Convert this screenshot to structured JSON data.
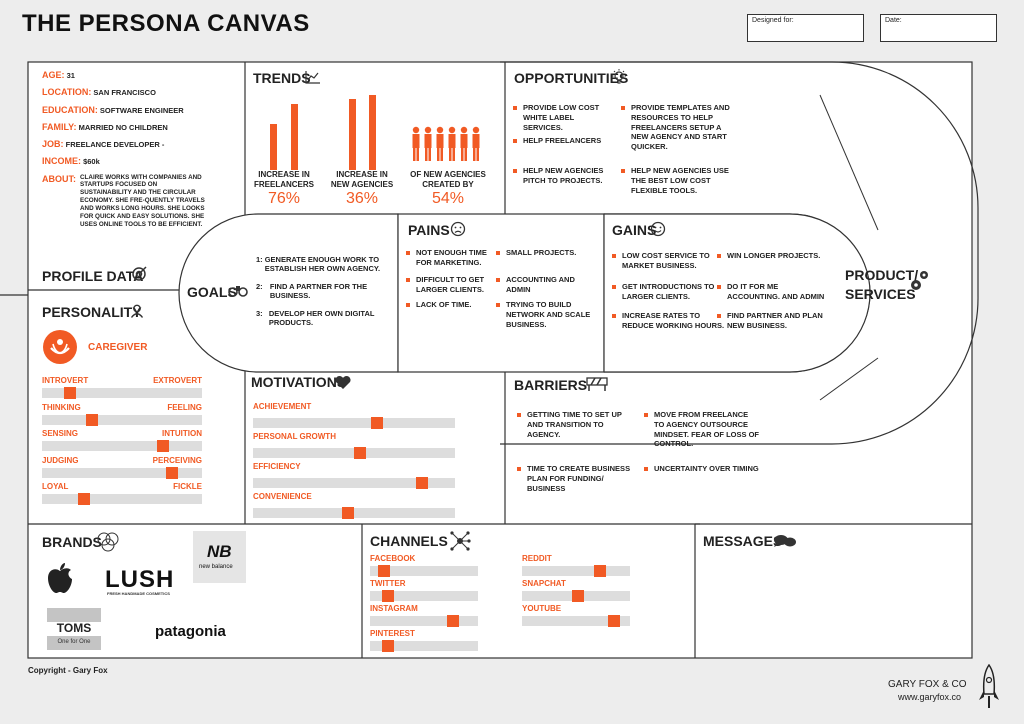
{
  "title": "THE PERSONA CANVAS",
  "designed_for": "Designed for:",
  "date": "Date:",
  "colors": {
    "accent": "#f15a24",
    "line": "#333333",
    "paper": "#ffffff",
    "bg": "#ededed"
  },
  "profile": {
    "rows": [
      {
        "label": "AGE:",
        "value": "31"
      },
      {
        "label": "LOCATION:",
        "value": "SAN FRANCISCO"
      },
      {
        "label": "EDUCATION:",
        "value": "SOFTWARE ENGINEER"
      },
      {
        "label": "FAMILY:",
        "value": "MARRIED NO CHILDREN"
      },
      {
        "label": "JOB:",
        "value": "FREELANCE DEVELOPER -"
      },
      {
        "label": "INCOME:",
        "value": "$60k"
      }
    ],
    "about_label": "ABOUT:",
    "about": "CLAIRE WORKS WITH COMPANIES AND STARTUPS FOCUSED ON SUSTAINABILITY AND THE CIRCULAR ECONOMY. SHE FRE-QUENTLY TRAVELS AND WORKS LONG HOURS. SHE LOOKS FOR QUICK AND EASY SOLUTIONS. SHE USES ONLINE TOOLS TO BE EFFICIENT.",
    "heading": "PROFILE DATA"
  },
  "personality": {
    "heading": "PERSONALITY",
    "archetype": "CAREGIVER",
    "traits": [
      {
        "left": "INTROVERT",
        "right": "EXTROVERT",
        "value": 0.15
      },
      {
        "left": "THINKING",
        "right": "FEELING",
        "value": 0.3
      },
      {
        "left": "SENSING",
        "right": "INTUITION",
        "value": 0.78
      },
      {
        "left": "JUDGING",
        "right": "PERCEIVING",
        "value": 0.84
      },
      {
        "left": "LOYAL",
        "right": "FICKLE",
        "value": 0.24
      }
    ]
  },
  "trends": {
    "heading": "TRENDS",
    "items": [
      {
        "caption": "INCREASE IN FREELANCERS",
        "pct": "76%"
      },
      {
        "caption": "INCREASE IN NEW AGENCIES",
        "pct": "36%"
      },
      {
        "caption": "OF NEW AGENCIES CREATED BY",
        "pct": "54%"
      }
    ]
  },
  "opportunities": {
    "heading": "OPPORTUNITIES",
    "items": [
      "PROVIDE LOW COST WHITE LABEL SERVICES.",
      "HELP FREELANCERS",
      "HELP NEW AGENCIES PITCH TO PROJECTS.",
      "PROVIDE TEMPLATES AND RESOURCES TO HELP FREELANCERS SETUP A NEW AGENCY AND START QUICKER.",
      "HELP NEW AGENCIES USE THE BEST LOW COST FLEXIBLE TOOLS."
    ]
  },
  "goals": {
    "heading": "GOALS",
    "items": [
      {
        "num": "1:",
        "text": "GENERATE ENOUGH WORK TO ESTABLISH HER OWN AGENCY."
      },
      {
        "num": "2:",
        "text": "FIND A PARTNER FOR THE BUSINESS."
      },
      {
        "num": "3:",
        "text": "DEVELOP HER OWN DIGITAL PRODUCTS."
      }
    ]
  },
  "pains": {
    "heading": "PAINS",
    "items": [
      "NOT ENOUGH TIME FOR MARKETING.",
      "DIFFICULT TO GET LARGER CLIENTS.",
      "LACK OF TIME.",
      "SMALL PROJECTS.",
      "ACCOUNTING AND ADMIN",
      "TRYING TO BUILD NETWORK AND SCALE BUSINESS."
    ]
  },
  "gains": {
    "heading": "GAINS",
    "items": [
      "LOW COST SERVICE TO MARKET BUSINESS.",
      "GET INTRODUCTIONS TO LARGER CLIENTS.",
      "INCREASE RATES TO REDUCE WORKING HOURS.",
      "WIN LONGER PROJECTS.",
      "DO IT FOR ME ACCOUNTING. AND ADMIN",
      "FIND PARTNER AND PLAN NEW BUSINESS."
    ]
  },
  "product": {
    "heading": "PRODUCT/ SERVICES"
  },
  "motivations": {
    "heading": "MOTIVATIONS",
    "items": [
      {
        "label": "ACHIEVEMENT",
        "value": 0.62
      },
      {
        "label": "PERSONAL GROWTH",
        "value": 0.53
      },
      {
        "label": "EFFICIENCY",
        "value": 0.86
      },
      {
        "label": "CONVENIENCE",
        "value": 0.47
      }
    ]
  },
  "barriers": {
    "heading": "BARRIERS",
    "items": [
      "GETTING TIME TO SET UP AND TRANSITION TO AGENCY.",
      "TIME TO CREATE BUSINESS PLAN FOR FUNDING/ BUSINESS",
      "MOVE FROM FREELANCE TO AGENCY OUTSOURCE MINDSET. FEAR OF LOSS OF CONTROL.",
      "UNCERTAINTY OVER TIMING"
    ]
  },
  "brands": {
    "heading": "BRANDS",
    "items": {
      "lush": "LUSH",
      "lush_sub": "FRESH HANDMADE COSMETICS",
      "nb": "new balance",
      "toms": "TOMS",
      "toms_sub": "One for One",
      "patagonia": "patagonia"
    }
  },
  "channels": {
    "heading": "CHANNELS",
    "items": [
      {
        "label": "FACEBOOK",
        "value": 0.08
      },
      {
        "label": "TWITTER",
        "value": 0.13
      },
      {
        "label": "INSTAGRAM",
        "value": 0.8
      },
      {
        "label": "PINTEREST",
        "value": 0.13
      },
      {
        "label": "REDDIT",
        "value": 0.75
      },
      {
        "label": "SNAPCHAT",
        "value": 0.52
      },
      {
        "label": "YOUTUBE",
        "value": 0.9
      }
    ]
  },
  "messages": {
    "heading": "MESSAGES"
  },
  "footer": {
    "copyright": "Copyright - Gary Fox",
    "company": "GARY FOX & CO",
    "url": "www.garyfox.co"
  }
}
